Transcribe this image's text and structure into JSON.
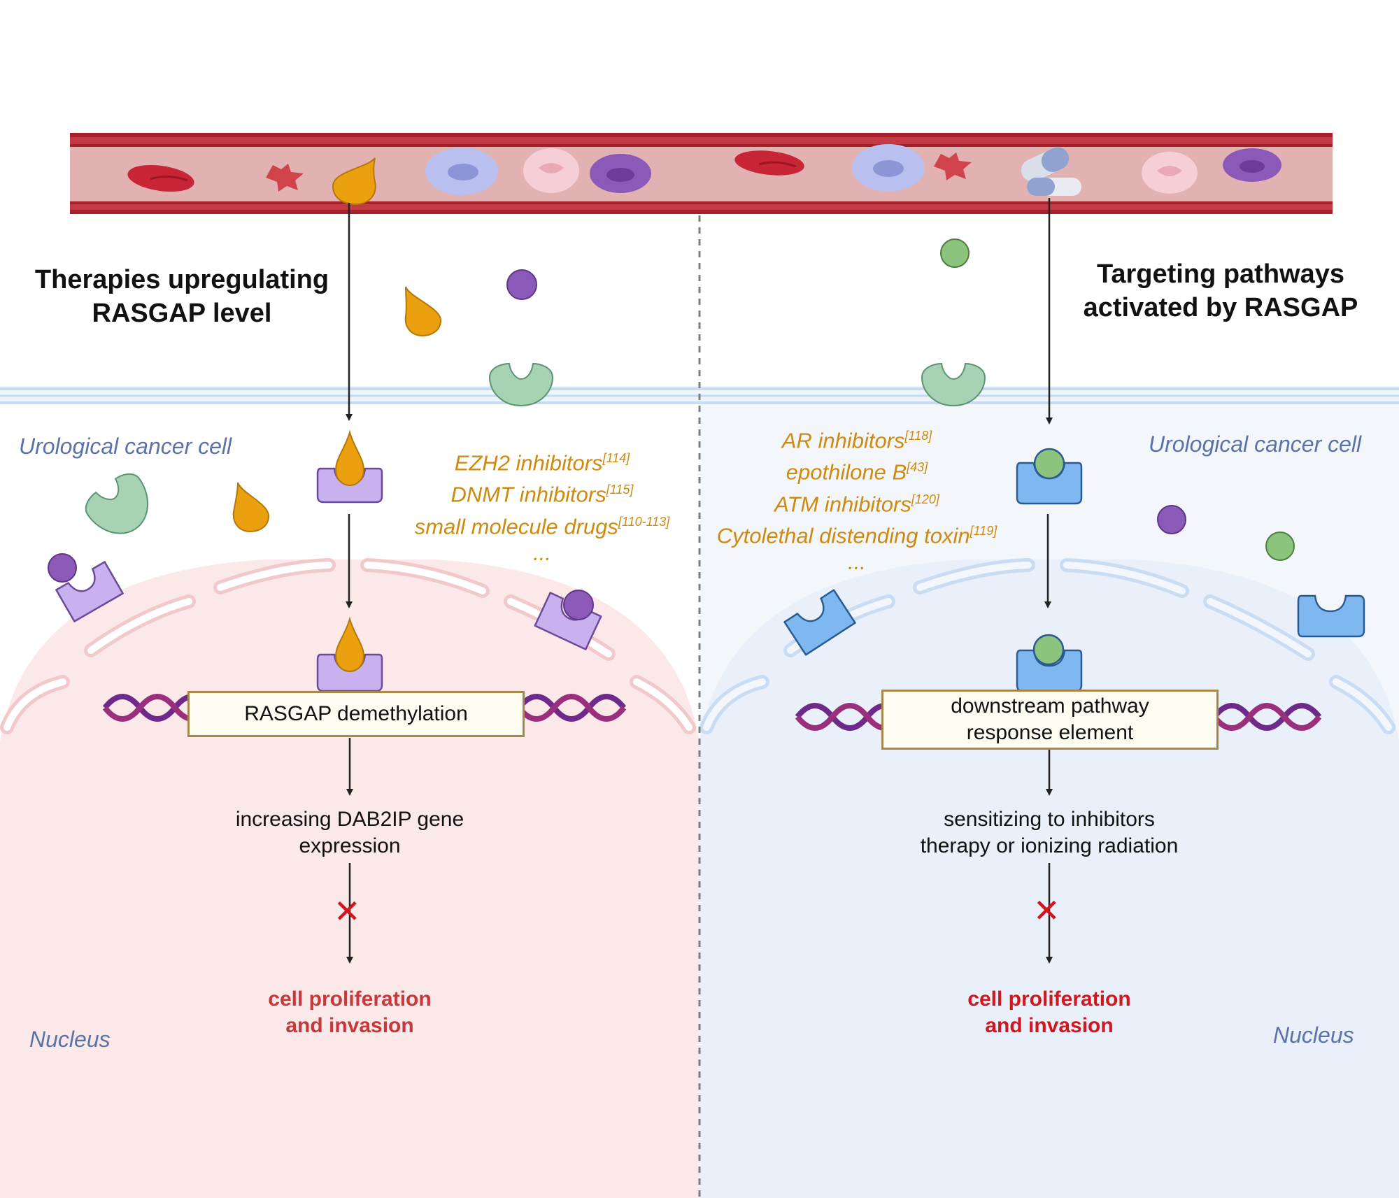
{
  "left_panel": {
    "heading_line1": "Therapies upregulating",
    "heading_line2": "RASGAP level",
    "cell_label": "Urological cancer cell",
    "drugs": [
      {
        "name": "EZH2 inhibitors",
        "ref": "[114]"
      },
      {
        "name": "DNMT inhibitors",
        "ref": "[115]"
      },
      {
        "name": "small molecule drugs",
        "ref": "[110-113]"
      }
    ],
    "drugs_more": "...",
    "box_label": "RASGAP demethylation",
    "step_line1": "increasing DAB2IP gene",
    "step_line2": "expression",
    "block_mark": "✕",
    "outcome_line1": "cell proliferation",
    "outcome_line2": "and invasion",
    "nucleus_label": "Nucleus"
  },
  "right_panel": {
    "heading_line1": "Targeting pathways",
    "heading_line2": "activated by RASGAP",
    "cell_label": "Urological cancer cell",
    "drugs": [
      {
        "name": "AR inhibitors",
        "ref": "[118]"
      },
      {
        "name": "epothilone B",
        "ref": "[43]"
      },
      {
        "name": "ATM inhibitors",
        "ref": "[120]"
      },
      {
        "name": "Cytolethal distending toxin",
        "ref": "[119]"
      }
    ],
    "drugs_more": "...",
    "box_label_line1": "downstream pathway",
    "box_label_line2": "response element",
    "step_line1": "sensitizing to inhibitors",
    "step_line2": "therapy or ionizing radiation",
    "block_mark": "✕",
    "outcome_line1": "cell proliferation",
    "outcome_line2": "and invasion",
    "nucleus_label": "Nucleus"
  },
  "colors": {
    "left_outcome": "#c8373a",
    "right_outcome": "#d2161e",
    "blood_vessel": "#a5202a",
    "drug_drop": "#eba10f",
    "left_receptor": "#c9b1ef",
    "right_receptor": "#7fb8f0",
    "green_ligand": "#8cc47e",
    "purple_ligand": "#8b5ab8"
  }
}
